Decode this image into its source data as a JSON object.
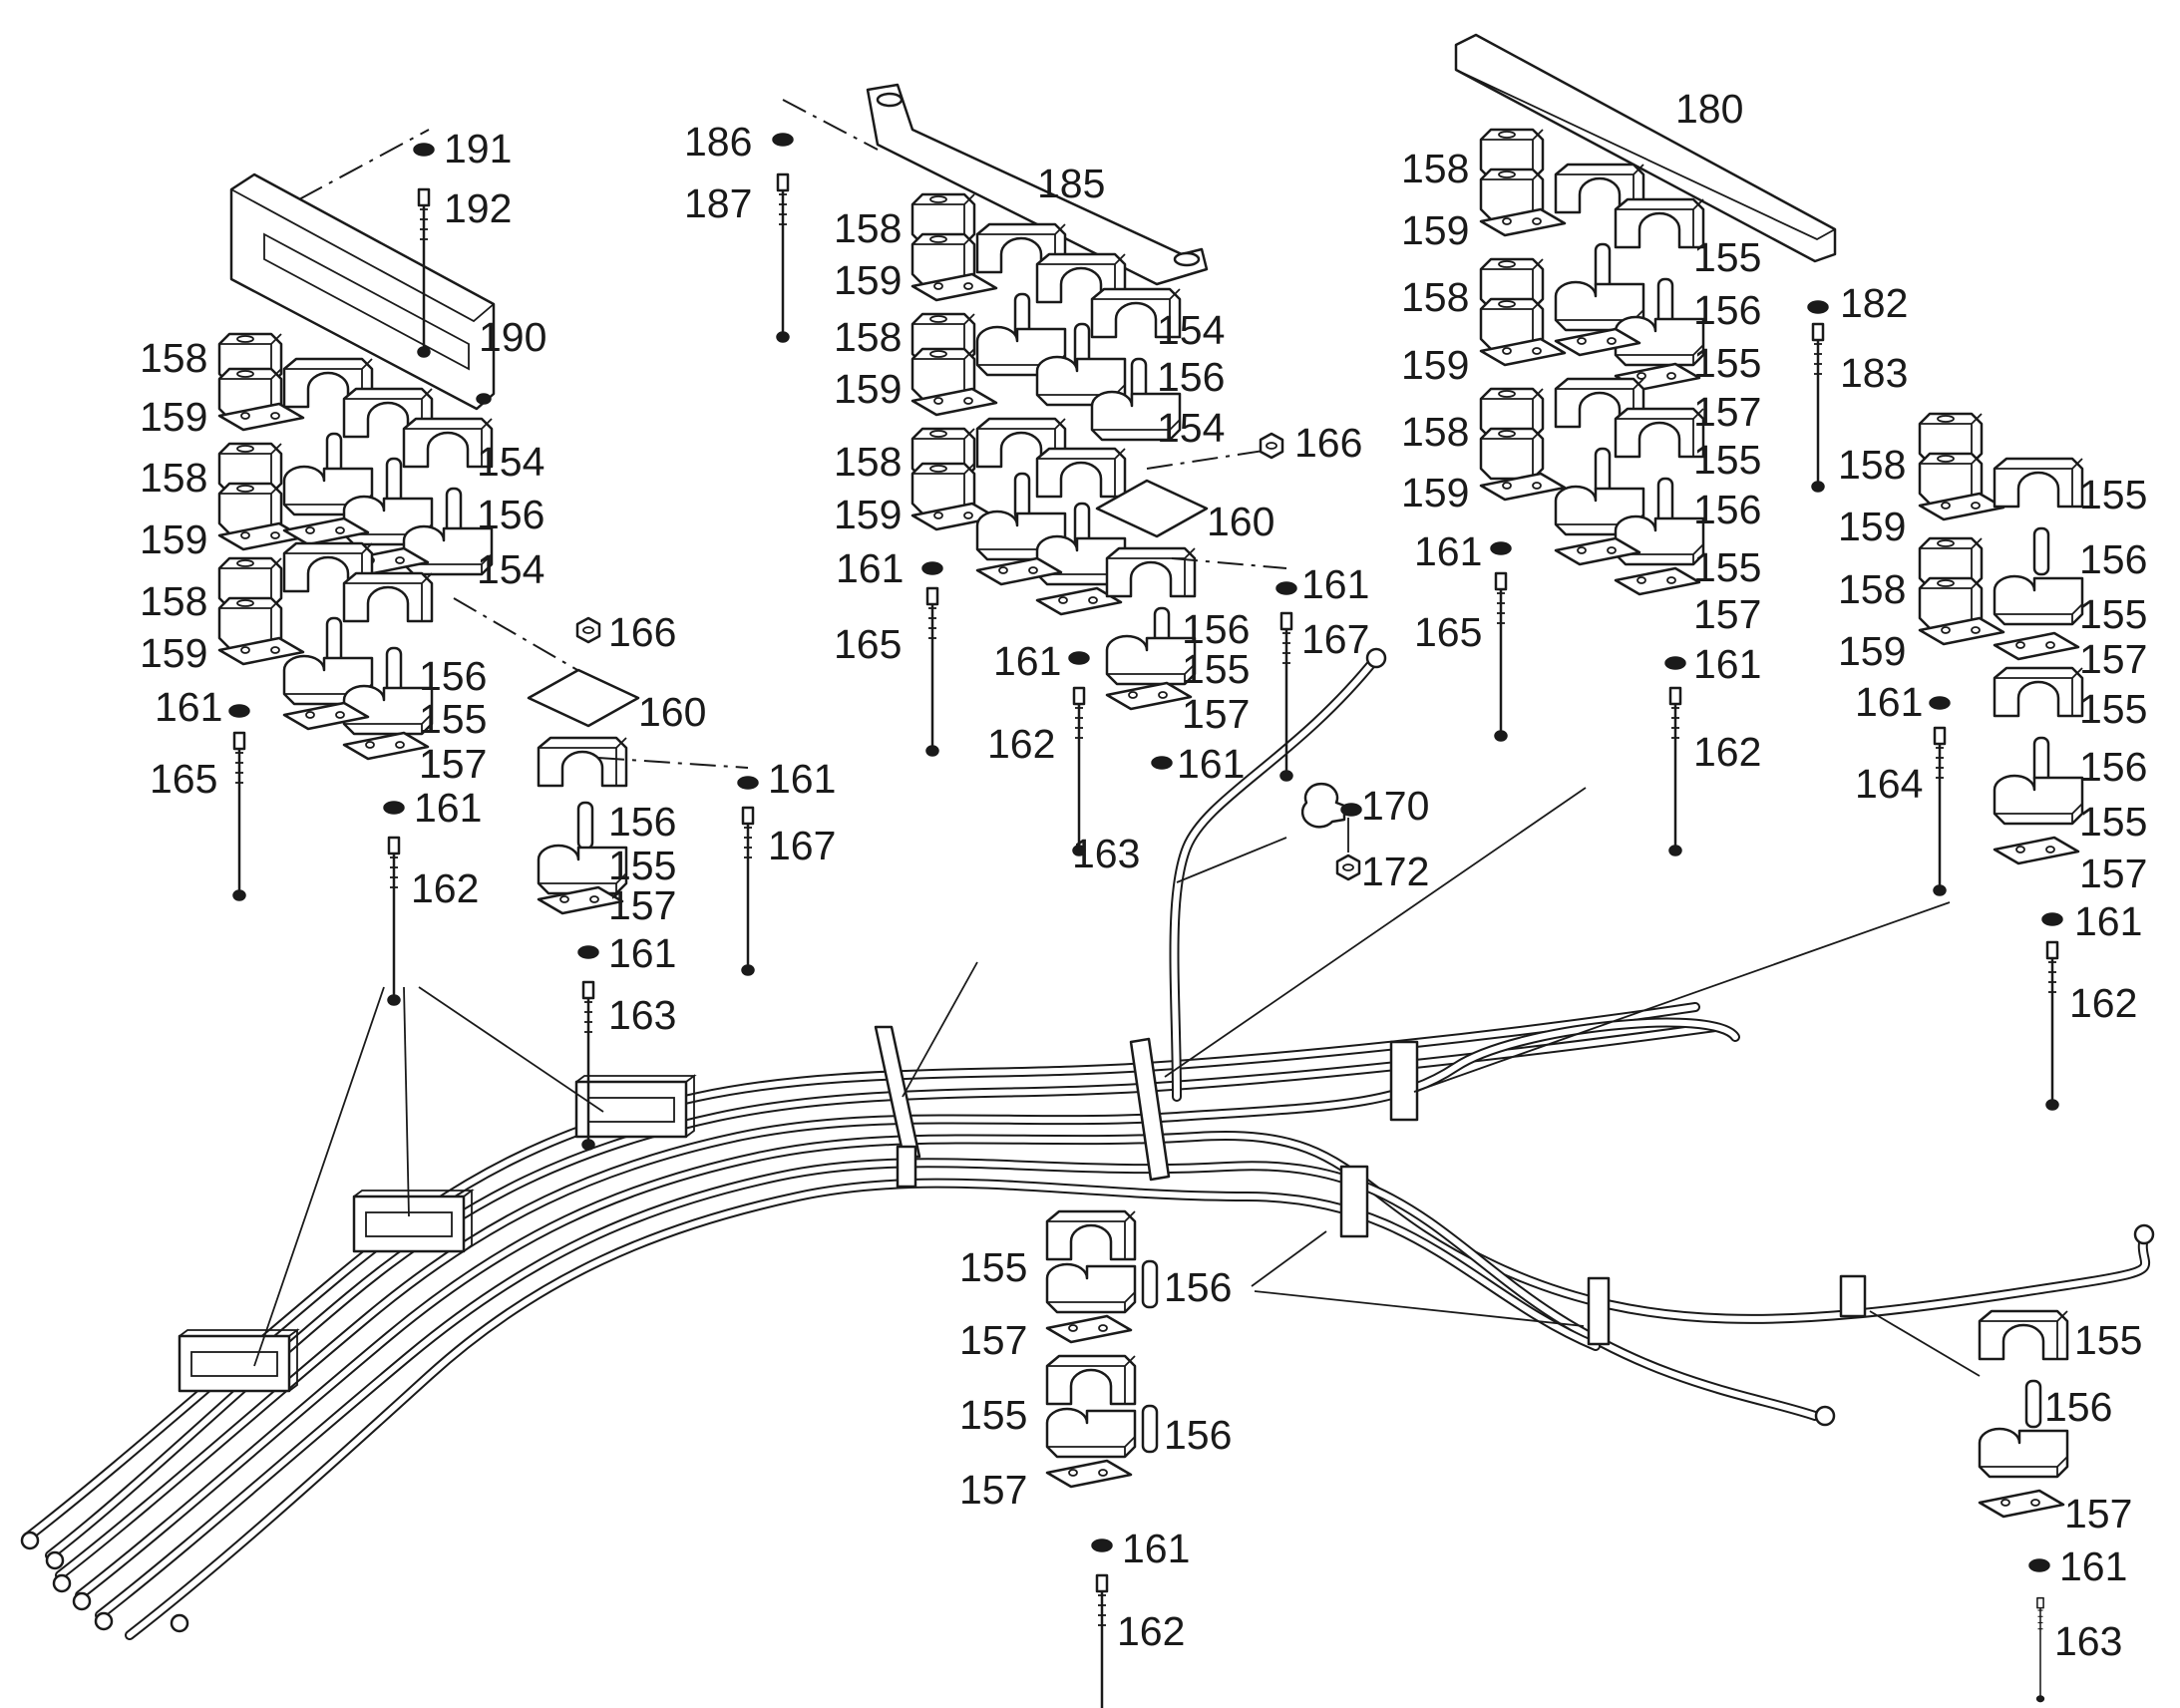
{
  "labels": [
    {
      "id": "l191",
      "text": "191"
    },
    {
      "id": "l192",
      "text": "192"
    },
    {
      "id": "l190",
      "text": "190"
    },
    {
      "id": "l158a",
      "text": "158"
    },
    {
      "id": "l159a",
      "text": "159"
    },
    {
      "id": "l158b",
      "text": "158"
    },
    {
      "id": "l159b",
      "text": "159"
    },
    {
      "id": "l158c",
      "text": "158"
    },
    {
      "id": "l159c",
      "text": "159"
    },
    {
      "id": "l154a",
      "text": "154"
    },
    {
      "id": "l156a",
      "text": "156"
    },
    {
      "id": "l154b",
      "text": "154"
    },
    {
      "id": "l156b",
      "text": "156"
    },
    {
      "id": "l155a",
      "text": "155"
    },
    {
      "id": "l157a",
      "text": "157"
    },
    {
      "id": "l161a",
      "text": "161"
    },
    {
      "id": "l165a",
      "text": "165"
    },
    {
      "id": "l161b",
      "text": "161"
    },
    {
      "id": "l162a",
      "text": "162"
    },
    {
      "id": "l166a",
      "text": "166"
    },
    {
      "id": "l160a",
      "text": "160"
    },
    {
      "id": "l161c",
      "text": "161"
    },
    {
      "id": "l167a",
      "text": "167"
    },
    {
      "id": "l156c",
      "text": "156"
    },
    {
      "id": "l155b",
      "text": "155"
    },
    {
      "id": "l157b",
      "text": "157"
    },
    {
      "id": "l161d",
      "text": "161"
    },
    {
      "id": "l163a",
      "text": "163"
    },
    {
      "id": "l186",
      "text": "186"
    },
    {
      "id": "l187",
      "text": "187"
    },
    {
      "id": "l185",
      "text": "185"
    },
    {
      "id": "l158d",
      "text": "158"
    },
    {
      "id": "l159d",
      "text": "159"
    },
    {
      "id": "l158e",
      "text": "158"
    },
    {
      "id": "l159e",
      "text": "159"
    },
    {
      "id": "l158f",
      "text": "158"
    },
    {
      "id": "l159f",
      "text": "159"
    },
    {
      "id": "l154c",
      "text": "154"
    },
    {
      "id": "l156d",
      "text": "156"
    },
    {
      "id": "l154d",
      "text": "154"
    },
    {
      "id": "l166b",
      "text": "166"
    },
    {
      "id": "l160b",
      "text": "160"
    },
    {
      "id": "l161e",
      "text": "161"
    },
    {
      "id": "l161f",
      "text": "161"
    },
    {
      "id": "l167b",
      "text": "167"
    },
    {
      "id": "l165b",
      "text": "165"
    },
    {
      "id": "l156e",
      "text": "156"
    },
    {
      "id": "l155c",
      "text": "155"
    },
    {
      "id": "l157c",
      "text": "157"
    },
    {
      "id": "l161g",
      "text": "161"
    },
    {
      "id": "l162b",
      "text": "162"
    },
    {
      "id": "l161h",
      "text": "161"
    },
    {
      "id": "l163b",
      "text": "163"
    },
    {
      "id": "l170",
      "text": "170"
    },
    {
      "id": "l172",
      "text": "172"
    },
    {
      "id": "l180",
      "text": "180"
    },
    {
      "id": "l182",
      "text": "182"
    },
    {
      "id": "l183",
      "text": "183"
    },
    {
      "id": "l158g",
      "text": "158"
    },
    {
      "id": "l159g",
      "text": "159"
    },
    {
      "id": "l158h",
      "text": "158"
    },
    {
      "id": "l159h",
      "text": "159"
    },
    {
      "id": "l158i",
      "text": "158"
    },
    {
      "id": "l159i",
      "text": "159"
    },
    {
      "id": "l161i",
      "text": "161"
    },
    {
      "id": "l165c",
      "text": "165"
    },
    {
      "id": "l155d",
      "text": "155"
    },
    {
      "id": "l156f",
      "text": "156"
    },
    {
      "id": "l155e",
      "text": "155"
    },
    {
      "id": "l157d",
      "text": "157"
    },
    {
      "id": "l155f",
      "text": "155"
    },
    {
      "id": "l156g",
      "text": "156"
    },
    {
      "id": "l155g",
      "text": "155"
    },
    {
      "id": "l157e",
      "text": "157"
    },
    {
      "id": "l161j",
      "text": "161"
    },
    {
      "id": "l162c",
      "text": "162"
    },
    {
      "id": "l158j",
      "text": "158"
    },
    {
      "id": "l159j",
      "text": "159"
    },
    {
      "id": "l158k",
      "text": "158"
    },
    {
      "id": "l159k",
      "text": "159"
    },
    {
      "id": "l161k",
      "text": "161"
    },
    {
      "id": "l164",
      "text": "164"
    },
    {
      "id": "l155h",
      "text": "155"
    },
    {
      "id": "l156h",
      "text": "156"
    },
    {
      "id": "l155i",
      "text": "155"
    },
    {
      "id": "l157f",
      "text": "157"
    },
    {
      "id": "l155j",
      "text": "155"
    },
    {
      "id": "l156i",
      "text": "156"
    },
    {
      "id": "l155k",
      "text": "155"
    },
    {
      "id": "l157g",
      "text": "157"
    },
    {
      "id": "l161l",
      "text": "161"
    },
    {
      "id": "l162d",
      "text": "162"
    },
    {
      "id": "l155l",
      "text": "155"
    },
    {
      "id": "l156j",
      "text": "156"
    },
    {
      "id": "l157h",
      "text": "157"
    },
    {
      "id": "l155m",
      "text": "155"
    },
    {
      "id": "l156k",
      "text": "156"
    },
    {
      "id": "l157i",
      "text": "157"
    },
    {
      "id": "l161m",
      "text": "161"
    },
    {
      "id": "l162e",
      "text": "162"
    },
    {
      "id": "l155n",
      "text": "155"
    },
    {
      "id": "l156l",
      "text": "156"
    },
    {
      "id": "l157j",
      "text": "157"
    },
    {
      "id": "l161n",
      "text": "161"
    },
    {
      "id": "l163c",
      "text": "163"
    }
  ]
}
